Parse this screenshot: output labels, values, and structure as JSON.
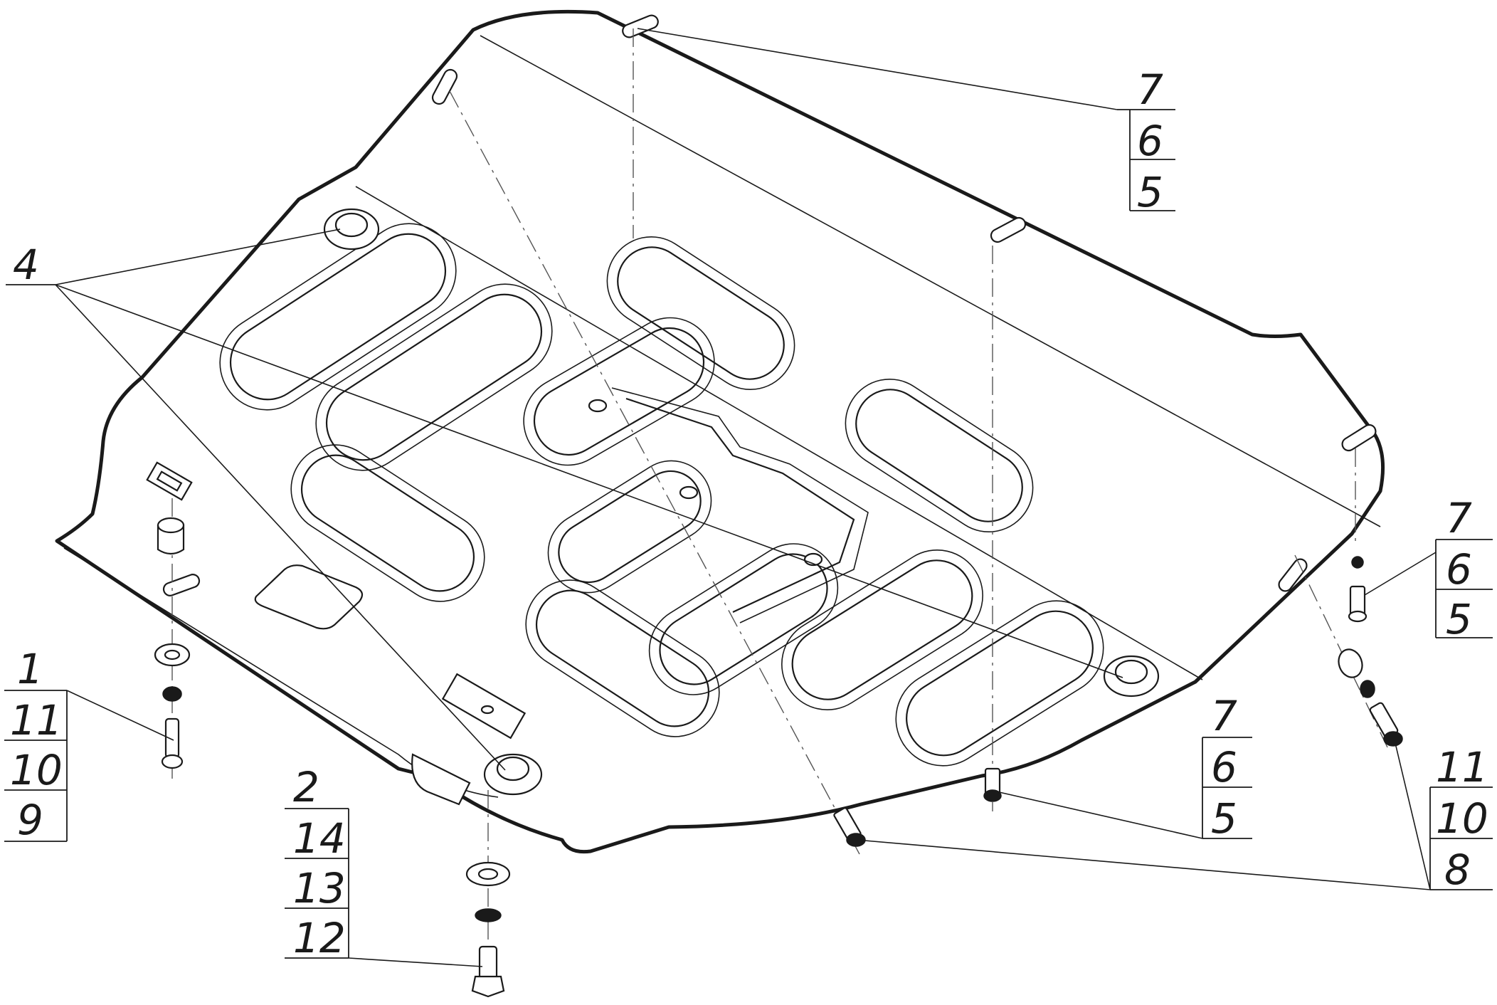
{
  "callouts": {
    "topRight": [
      "7",
      "6",
      "5"
    ],
    "left4": "4",
    "right": [
      "7",
      "6",
      "5"
    ],
    "bottomLeft": [
      "1",
      "11",
      "10",
      "9"
    ],
    "bottomCenter": [
      "2",
      "14",
      "13",
      "12"
    ],
    "bottomMiddle": [
      "7",
      "6",
      "5"
    ],
    "bottomRight": [
      "11",
      "10",
      "8"
    ]
  }
}
